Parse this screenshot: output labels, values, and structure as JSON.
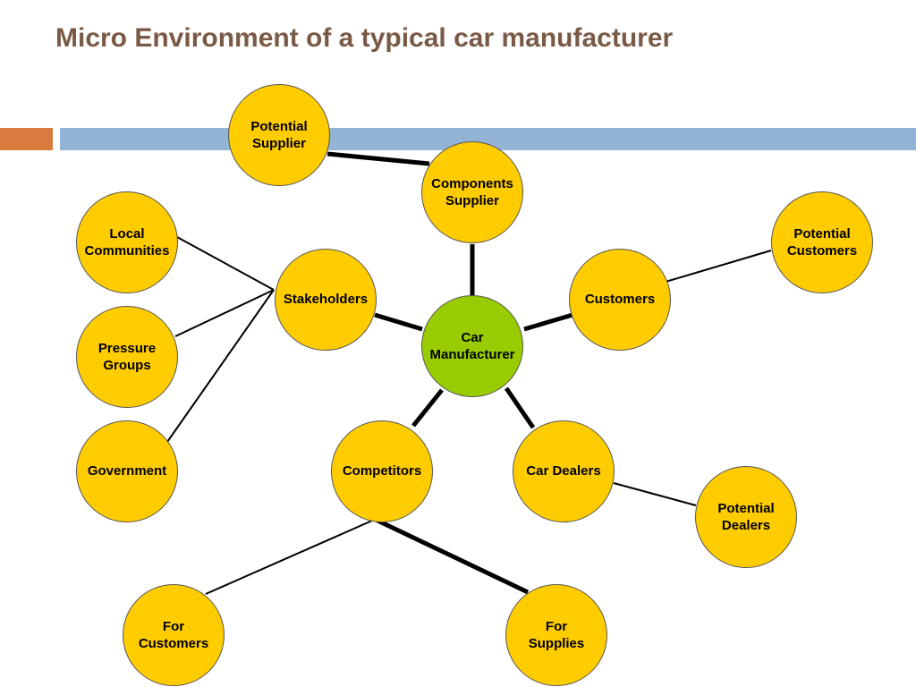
{
  "title": "Micro Environment of a typical car manufacturer",
  "colors": {
    "title": "#7a5a46",
    "node_fill": "#ffcc00",
    "center_fill": "#99cc00",
    "band_orange": "#d97b3e",
    "band_blue": "#93b4d4"
  },
  "nodes": {
    "potential_supplier": "Potential\nSupplier",
    "components_supplier": "Components\nSupplier",
    "local_communities": "Local\nCommunities",
    "stakeholders": "Stakeholders",
    "pressure_groups": "Pressure\nGroups",
    "government": "Government",
    "car_manufacturer": "Car\nManufacturer",
    "customers": "Customers",
    "potential_customers": "Potential\nCustomers",
    "competitors": "Competitors",
    "car_dealers": "Car Dealers",
    "potential_dealers": "Potential\nDealers",
    "for_customers": "For\nCustomers",
    "for_supplies": "For\nSupplies"
  }
}
